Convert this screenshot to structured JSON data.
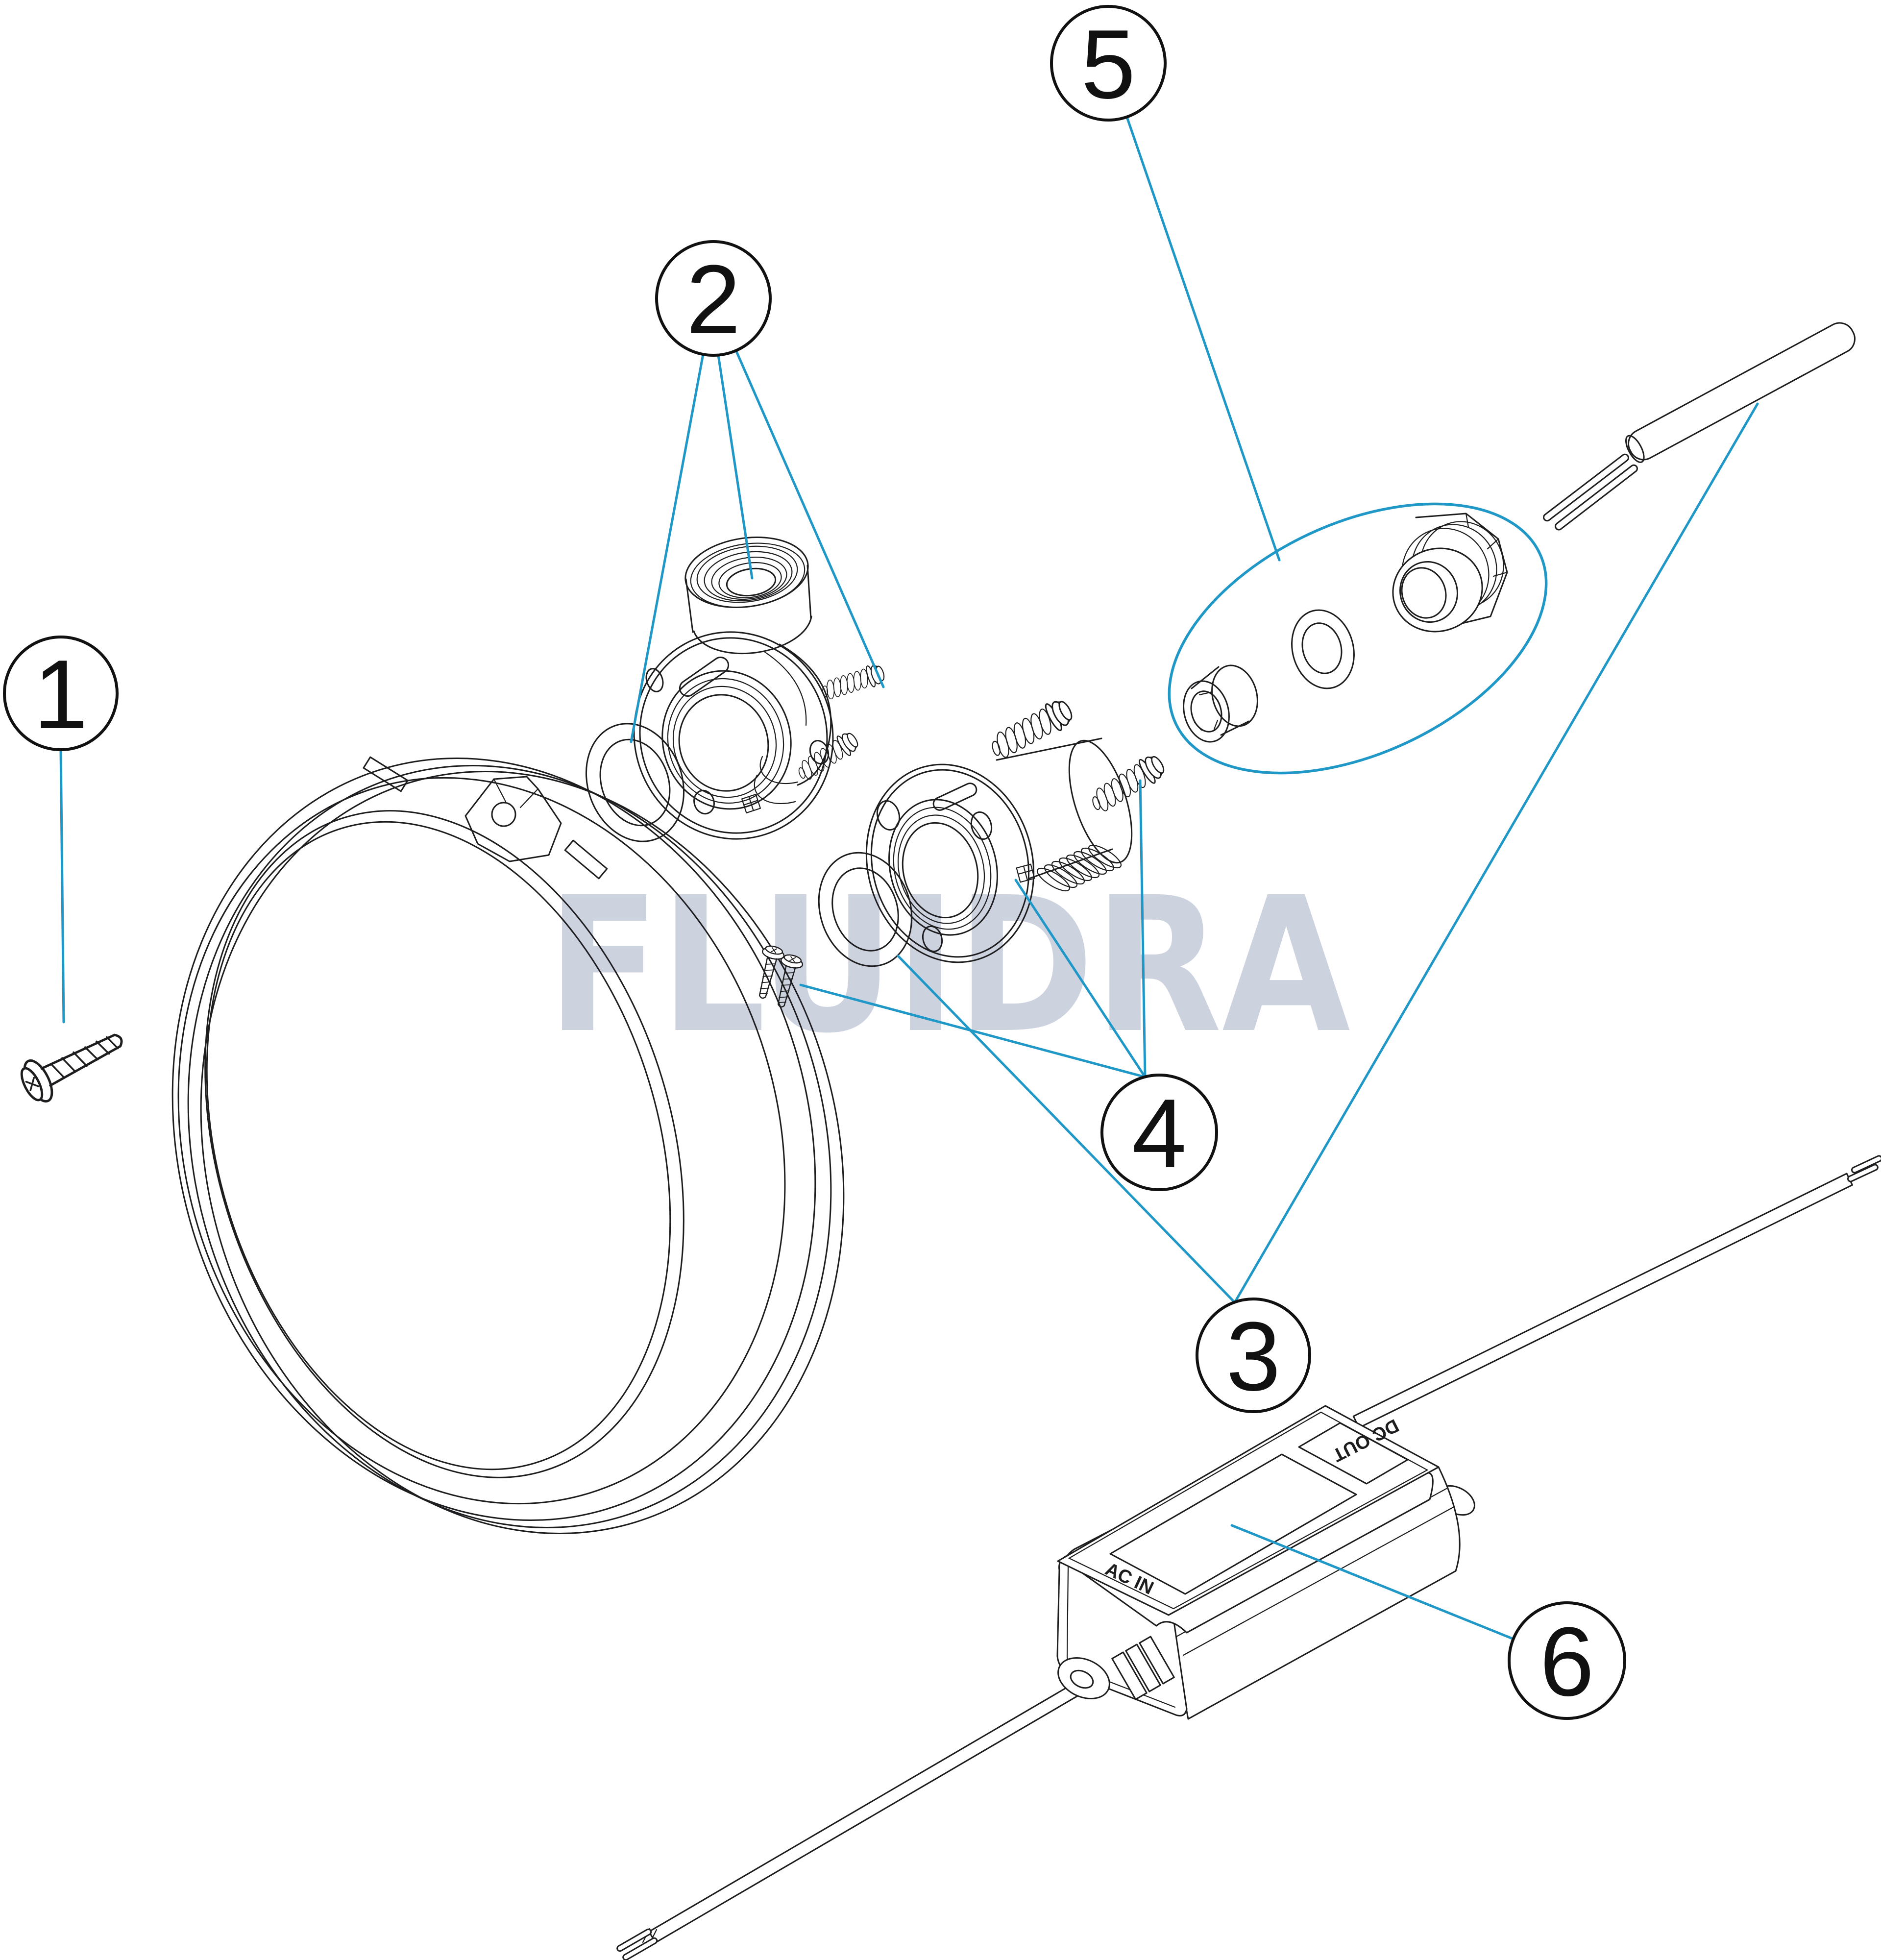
{
  "diagram": {
    "title": "exploded-parts-diagram-pool-light",
    "watermark": {
      "text": "FLUIDRA",
      "color": "#cdd2df"
    },
    "callouts": [
      {
        "label": "1"
      },
      {
        "label": "2"
      },
      {
        "label": "3"
      },
      {
        "label": "4"
      },
      {
        "label": "5"
      },
      {
        "label": "6"
      }
    ],
    "power_supply": {
      "ac_label": "AC IN",
      "dc_label": "DC OUT"
    },
    "colors": {
      "line": "#1d1d1f",
      "leader_blue": "#1f98c7",
      "watermark_gray": "#cdd2df",
      "background": "#ffffff"
    }
  }
}
